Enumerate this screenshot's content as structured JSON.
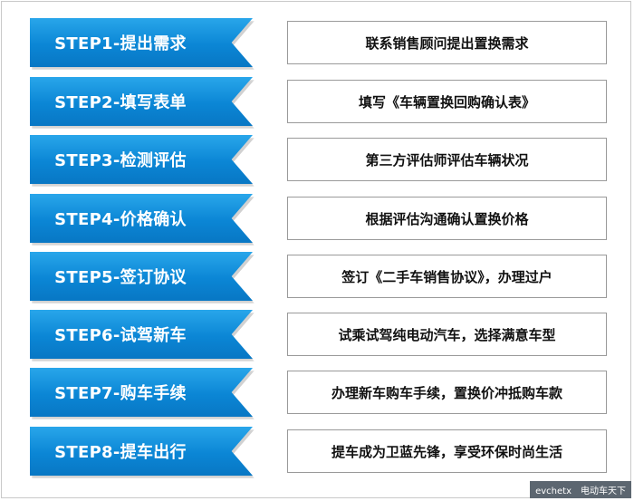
{
  "steps": [
    {
      "label": "STEP1-提出需求",
      "desc": "联系销售顾问提出置换需求"
    },
    {
      "label": "STEP2-填写表单",
      "desc": "填写《车辆置换回购确认表》"
    },
    {
      "label": "STEP3-检测评估",
      "desc": "第三方评估师评估车辆状况"
    },
    {
      "label": "STEP4-价格确认",
      "desc": "根据评估沟通确认置换价格"
    },
    {
      "label": "STEP5-签订协议",
      "desc": "签订《二手车销售协议》，办理过户"
    },
    {
      "label": "STEP6-试驾新车",
      "desc": "试乘试驾纯电动汽车，选择满意车型"
    },
    {
      "label": "STEP7-购车手续",
      "desc": "办理新车购车手续，置换价冲抵购车款"
    },
    {
      "label": "STEP8-提车出行",
      "desc": "提车成为卫蓝先锋，享受环保时尚生活"
    }
  ],
  "watermark": {
    "site": "evchetx",
    "name": "电动车天下"
  },
  "colors": {
    "step_blue": "#0b86d5",
    "border": "#9a9a9a"
  }
}
